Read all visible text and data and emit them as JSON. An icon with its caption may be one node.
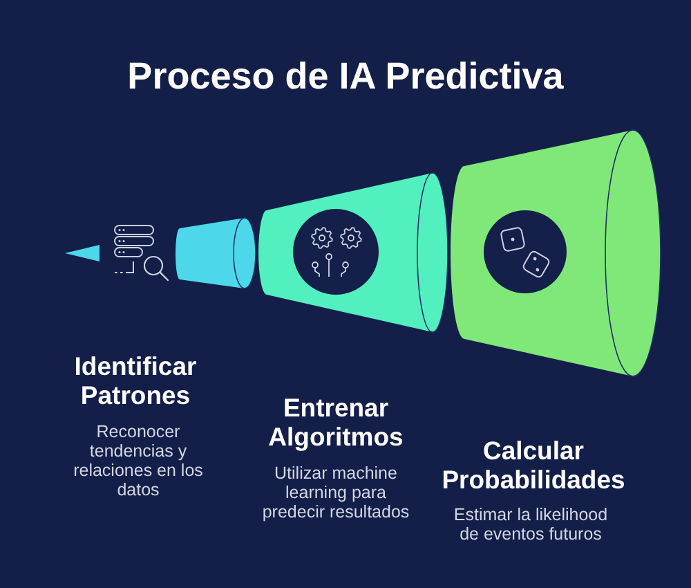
{
  "diagram": {
    "title": "Proceso de IA Predictiva",
    "nodes": [
      {
        "text": [
          "Identificar Patrones"
        ]
      },
      {
        "text": [
          "Entrenar Algoritmos"
        ]
      },
      {
        "text": [
          "Calcular Probabilidades"
        ]
      }
    ],
    "labels": [
      "Reconocer tendencias y relaciones en los datos",
      "Utilizar machine learning para predecir resultados",
      "Estimar la likelihood de eventos futuros"
    ]
  }
}
